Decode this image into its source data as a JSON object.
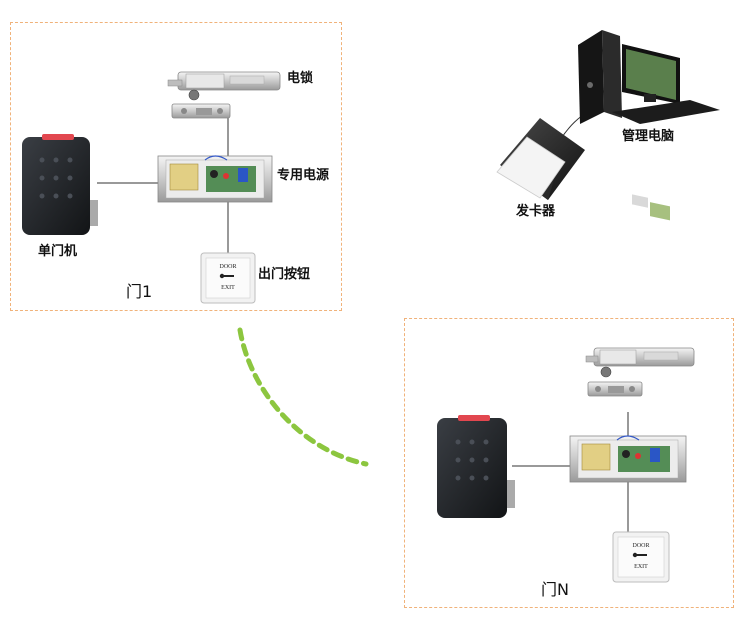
{
  "door1": {
    "title": "门1",
    "electric_lock": "电锁",
    "power_supply": "专用电源",
    "single_door_controller": "单门机",
    "exit_button": "出门按钮"
  },
  "doorN": {
    "title": "门N"
  },
  "issuer": "发卡器",
  "admin_pc": "管理电脑",
  "exit_button_face": {
    "top": "DOOR",
    "bottom": "EXIT"
  },
  "colors": {
    "box_border": "#f0b27a",
    "arc": "#8cc63f",
    "reader": "#1f2226",
    "line": "#333333"
  }
}
